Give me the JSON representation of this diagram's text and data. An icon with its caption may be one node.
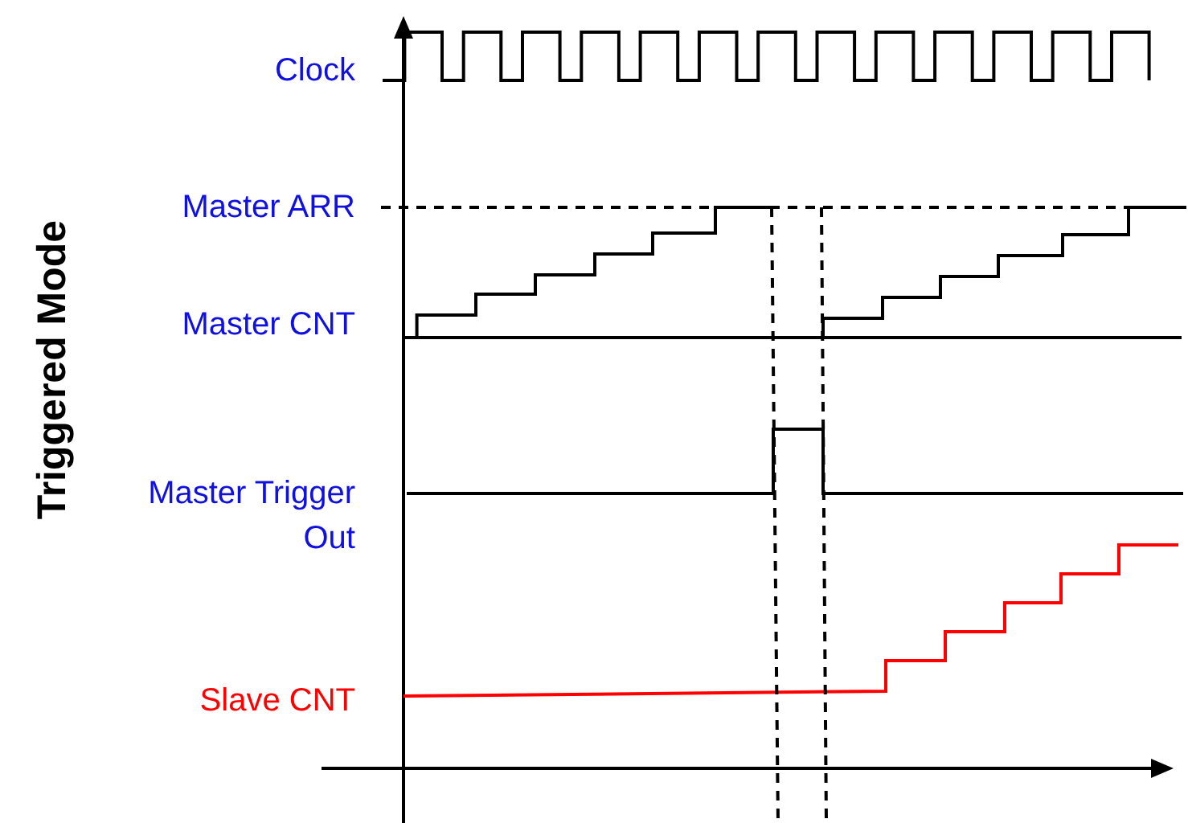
{
  "diagram": {
    "title": "Triggered Mode",
    "labels": [
      "Clock",
      "Master ARR",
      "Master CNT",
      "Master Trigger Out",
      "Slave CNT"
    ]
  }
}
